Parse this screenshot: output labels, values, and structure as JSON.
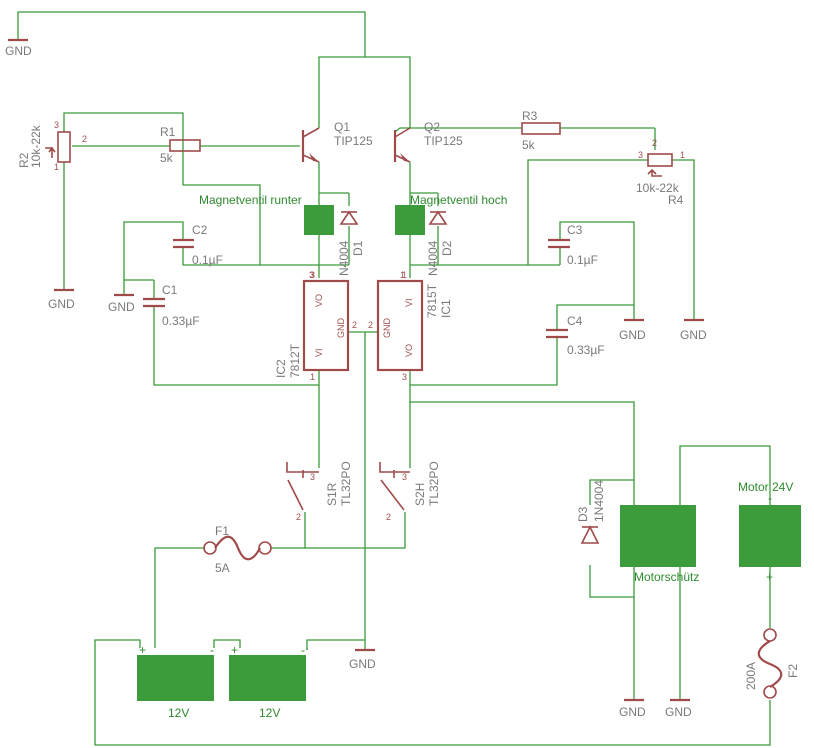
{
  "gnd": "GND",
  "pins": {
    "one": "1",
    "two": "2",
    "three": "3",
    "plus": "+",
    "minus": "-"
  },
  "r1": {
    "name": "R1",
    "value": "5k"
  },
  "r2": {
    "name": "R2",
    "value": "10k-22k"
  },
  "r3": {
    "name": "R3",
    "value": "5k"
  },
  "r4": {
    "name": "R4",
    "value": "10k-22k"
  },
  "q1": {
    "name": "Q1",
    "value": "TIP125"
  },
  "q2": {
    "name": "Q2",
    "value": "TIP125"
  },
  "c1": {
    "name": "C1",
    "value": "0.33µF"
  },
  "c2": {
    "name": "C2",
    "value": "0.1µF"
  },
  "c3": {
    "name": "C3",
    "value": "0.1µF"
  },
  "c4": {
    "name": "C4",
    "value": "0.33µF"
  },
  "d1": {
    "name": "D1",
    "value": "N4004"
  },
  "d2": {
    "name": "D2",
    "value": "N4004"
  },
  "d3": {
    "name": "D3",
    "value": "1N4004"
  },
  "ic1": {
    "name": "IC1",
    "value": "7815T",
    "vi": "VI",
    "gnd": "GND",
    "vo": "VO"
  },
  "ic2": {
    "name": "IC2",
    "value": "7812T",
    "vi": "VI",
    "gnd": "GND",
    "vo": "VO"
  },
  "s1": {
    "name": "S1R",
    "value": "TL32PO"
  },
  "s2": {
    "name": "S2H",
    "value": "TL32PO"
  },
  "f1": {
    "name": "F1",
    "value": "5A"
  },
  "f2": {
    "name": "F2",
    "value": "200A"
  },
  "valve_down": "Magnetventil runter",
  "valve_up": "Magnetventil hoch",
  "contactor": "Motorschütz",
  "motor": "Motor 24V",
  "battery1": "12V",
  "battery2": "12V",
  "colors": {
    "wire": "#3a9a3a",
    "component": "#a04a4a",
    "block": "#3c9c3c",
    "label": "#7a7a7a"
  }
}
